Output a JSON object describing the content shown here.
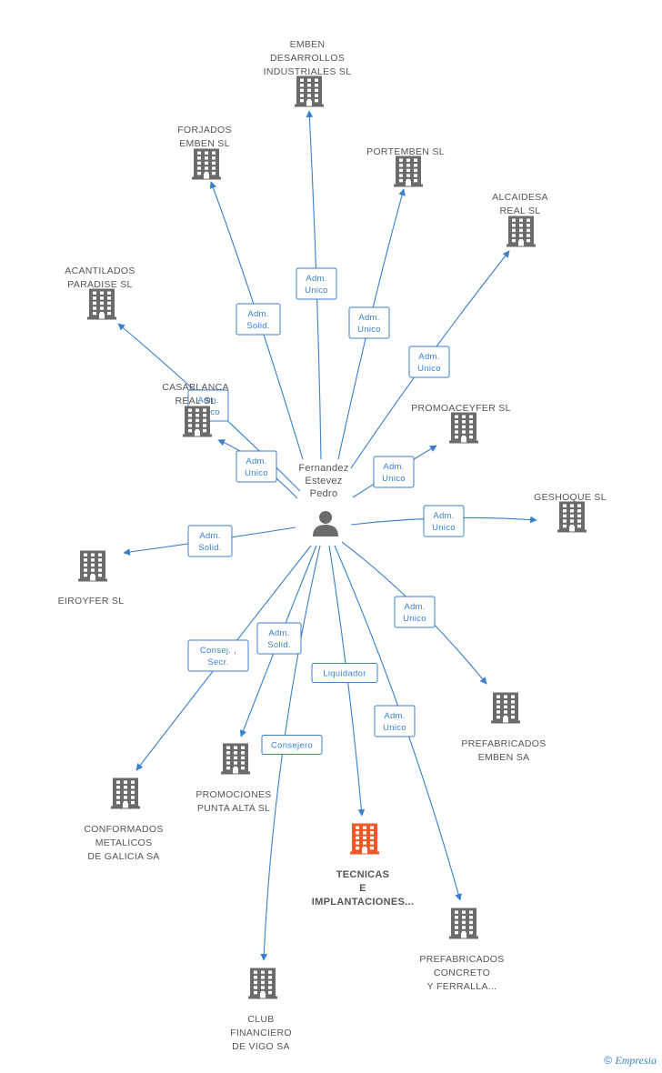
{
  "person": {
    "label_lines": [
      "Fernandez",
      "Estevez",
      "Pedro"
    ],
    "icon": "person-icon"
  },
  "companies": [
    {
      "id": "emben-desarrollos",
      "label_lines": [
        "EMBEN",
        "DESARROLLOS",
        "INDUSTRIALES SL"
      ],
      "icon": "building-icon"
    },
    {
      "id": "forjados-emben",
      "label_lines": [
        "FORJADOS",
        "EMBEN SL"
      ],
      "icon": "building-icon"
    },
    {
      "id": "portemben",
      "label_lines": [
        "PORTEMBEN SL"
      ],
      "icon": "building-icon"
    },
    {
      "id": "alcaidesa-real",
      "label_lines": [
        "ALCAIDESA",
        "REAL SL"
      ],
      "icon": "building-icon"
    },
    {
      "id": "acantilados-paradise",
      "label_lines": [
        "ACANTILADOS",
        "PARADISE SL"
      ],
      "icon": "building-icon"
    },
    {
      "id": "casablanca-real",
      "label_lines": [
        "CASABLANCA",
        "REAL SL"
      ],
      "icon": "building-icon"
    },
    {
      "id": "promoaceyfer",
      "label_lines": [
        "PROMOACEYFER SL"
      ],
      "icon": "building-icon"
    },
    {
      "id": "geshoque",
      "label_lines": [
        "GESHOQUE SL"
      ],
      "icon": "building-icon"
    },
    {
      "id": "eiroyfer",
      "label_lines": [
        "EIROYFER SL"
      ],
      "icon": "building-icon"
    },
    {
      "id": "prefabricados-emben",
      "label_lines": [
        "PREFABRICADOS",
        "EMBEN SA"
      ],
      "icon": "building-icon"
    },
    {
      "id": "conformados-metalicos",
      "label_lines": [
        "CONFORMADOS",
        "METALICOS",
        "DE GALICIA SA"
      ],
      "icon": "building-icon"
    },
    {
      "id": "promociones-punta-alta",
      "label_lines": [
        "PROMOCIONES",
        "PUNTA ALTA SL"
      ],
      "icon": "building-icon"
    },
    {
      "id": "tecnicas-implantaciones",
      "label_lines": [
        "TECNICAS",
        "E",
        "IMPLANTACIONES..."
      ],
      "icon": "building-icon",
      "focus": true
    },
    {
      "id": "prefabricados-concreto",
      "label_lines": [
        "PREFABRICADOS",
        "CONCRETO",
        "Y FERRALLA..."
      ],
      "icon": "building-icon"
    },
    {
      "id": "club-financiero",
      "label_lines": [
        "CLUB",
        "FINANCIERO",
        "DE VIGO SA"
      ],
      "icon": "building-icon"
    }
  ],
  "relations": [
    {
      "to": "emben-desarrollos",
      "label_lines": [
        "Adm.",
        "Unico"
      ]
    },
    {
      "to": "forjados-emben",
      "label_lines": [
        "Adm.",
        "Solid."
      ]
    },
    {
      "to": "portemben",
      "label_lines": [
        "Adm.",
        "Unico"
      ]
    },
    {
      "to": "alcaidesa-real",
      "label_lines": [
        "Adm.",
        "Unico"
      ]
    },
    {
      "to": "acantilados-paradise",
      "label_lines": [
        "Adm.",
        "Unico"
      ]
    },
    {
      "to": "casablanca-real",
      "label_lines": [
        "Adm.",
        "Unico"
      ]
    },
    {
      "to": "promoaceyfer",
      "label_lines": [
        "Adm.",
        "Unico"
      ]
    },
    {
      "to": "geshoque",
      "label_lines": [
        "Adm.",
        "Unico"
      ]
    },
    {
      "to": "eiroyfer",
      "label_lines": [
        "Adm.",
        "Solid."
      ]
    },
    {
      "to": "prefabricados-emben",
      "label_lines": [
        "Adm.",
        "Unico"
      ]
    },
    {
      "to": "conformados-metalicos",
      "label_lines": [
        "Consej. ,",
        "Secr."
      ]
    },
    {
      "to": "promociones-punta-alta",
      "label_lines": [
        "Adm.",
        "Solid."
      ]
    },
    {
      "to": "tecnicas-implantaciones",
      "label_lines": [
        "Liquidador"
      ]
    },
    {
      "to": "prefabricados-concreto",
      "label_lines": [
        "Adm.",
        "Unico"
      ]
    },
    {
      "to": "club-financiero",
      "label_lines": [
        "Consejero"
      ]
    }
  ],
  "colors": {
    "edge": "#3a7fcc",
    "building": "#6b6b6b",
    "building_focus": "#f05a28",
    "person": "#6b6b6b",
    "text": "#555555"
  },
  "footer": {
    "copyright_symbol": "©",
    "brand": "Empresia"
  }
}
